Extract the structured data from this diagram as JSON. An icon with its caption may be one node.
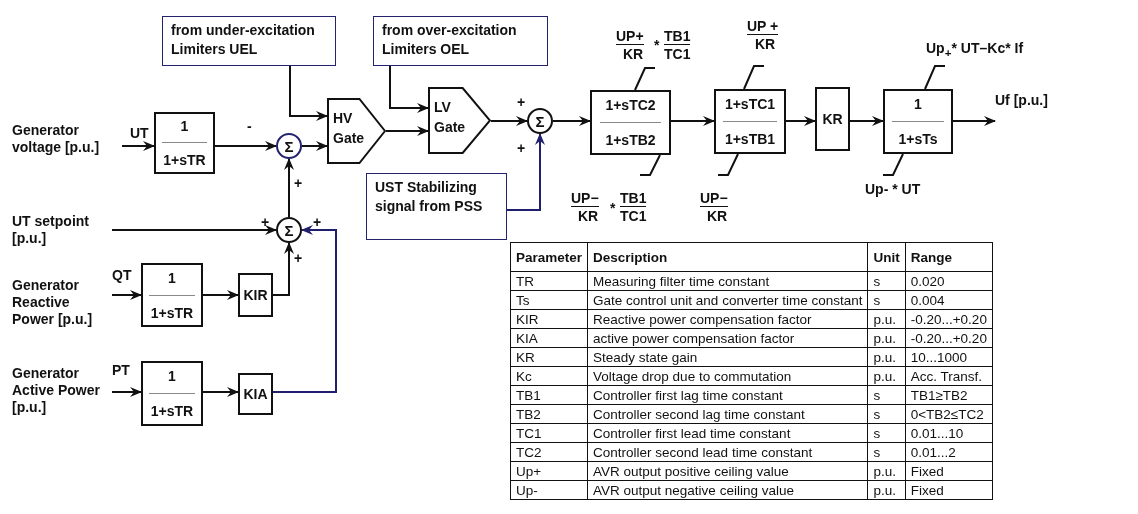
{
  "diagram": {
    "nodes": [
      {
        "text": [
          "Generator voltage [p.u.]"
        ]
      },
      {
        "text": [
          "1",
          "1+sTR"
        ],
        "beside": [
          "UT"
        ]
      },
      {
        "text": [
          "from under-excitation Limiters UEL"
        ]
      },
      {
        "text": [
          "Σ"
        ],
        "beside": [
          "-",
          "+"
        ]
      },
      {
        "text": [
          "HV Gate"
        ]
      },
      {
        "text": [
          "from over-excitation Limiters OEL"
        ]
      },
      {
        "text": [
          "LV Gate"
        ]
      },
      {
        "text": [
          "Σ"
        ],
        "beside": [
          "+",
          "+"
        ]
      },
      {
        "text": [
          "UST Stabilizing signal from PSS"
        ]
      },
      {
        "text": [
          "1+sTC2",
          "1+sTB2"
        ],
        "beside": [
          "UP+",
          "KR",
          "*",
          "TB1",
          "TC1",
          "UP−",
          "KR",
          "*",
          "TB1",
          "TC1"
        ]
      },
      {
        "text": [
          "1+sTC1",
          "1+sTB1"
        ],
        "beside": [
          "UP +",
          "KR",
          "UP−",
          "KR"
        ]
      },
      {
        "text": [
          "KR"
        ]
      },
      {
        "text": [
          "1",
          "1+sTs"
        ],
        "beside": [
          "Up$_{+}$* UT–Kc* If",
          "Up- * UT"
        ]
      },
      {
        "text": [
          "Uf [p.u.]"
        ]
      },
      {
        "text": [
          "UT setpoint [p.u.]"
        ]
      },
      {
        "text": [
          "Σ"
        ],
        "beside": [
          "+",
          "+",
          "+"
        ]
      },
      {
        "text": [
          "Generator Reactive Power [p.u.]"
        ]
      },
      {
        "text": [
          "1",
          "1+sTR"
        ],
        "beside": [
          "QT"
        ]
      },
      {
        "text": [
          "KIR"
        ]
      },
      {
        "text": [
          "Generator Active Power [p.u.]"
        ]
      },
      {
        "text": [
          "1",
          "1+sTR"
        ],
        "beside": [
          "PT"
        ]
      },
      {
        "text": [
          "KIA"
        ]
      }
    ],
    "edges": [
      {
        "from": 0,
        "to": 1,
        "arrow": "to"
      },
      {
        "from": 1,
        "to": 3,
        "arrow": "to"
      },
      {
        "from": 2,
        "to": 4,
        "arrow": "to"
      },
      {
        "from": 3,
        "to": 4,
        "arrow": "to"
      },
      {
        "from": 4,
        "to": 6,
        "arrow": "to"
      },
      {
        "from": 5,
        "to": 6,
        "arrow": "to"
      },
      {
        "from": 6,
        "to": 7,
        "arrow": "to"
      },
      {
        "from": 8,
        "to": 7,
        "arrow": "to",
        "color": "#1f1f6e"
      },
      {
        "from": 7,
        "to": 9,
        "arrow": "to"
      },
      {
        "from": 9,
        "to": 10,
        "arrow": "to"
      },
      {
        "from": 10,
        "to": 11,
        "arrow": "to"
      },
      {
        "from": 11,
        "to": 12,
        "arrow": "to"
      },
      {
        "from": 12,
        "to": 13,
        "arrow": "to"
      },
      {
        "from": 14,
        "to": 15,
        "arrow": "to"
      },
      {
        "from": 15,
        "to": 3,
        "arrow": "to"
      },
      {
        "from": 16,
        "to": 17,
        "arrow": "to"
      },
      {
        "from": 17,
        "to": 18,
        "arrow": "to"
      },
      {
        "from": 18,
        "to": 15,
        "arrow": "to"
      },
      {
        "from": 19,
        "to": 20,
        "arrow": "to"
      },
      {
        "from": 20,
        "to": 21,
        "arrow": "to"
      },
      {
        "from": 21,
        "to": 15,
        "arrow": "to",
        "color": "#1f1f6e"
      }
    ],
    "labels": [
      "Parameter",
      "Description",
      "Unit",
      "Range",
      "TR",
      "Measuring filter time constant",
      "s",
      "0.020",
      "Ts",
      "Gate control unit and converter time constant",
      "s",
      "0.004",
      "KIR",
      "Reactive power compensation factor",
      "p.u.",
      "-0.20...+0.20",
      "KIA",
      "active power compensation factor",
      "p.u.",
      "-0.20...+0.20",
      "KR",
      "Steady state gain",
      "p.u.",
      "10...1000",
      "Kc",
      "Voltage drop due to commutation",
      "p.u.",
      "Acc. Transf.",
      "TB1",
      "Controller first lag time constant",
      "s",
      "TB1≥TB2",
      "TB2",
      "Controller second lag time constant",
      "s",
      "0<TB2≤TC2",
      "TC1",
      "Controller first lead time constant",
      "s",
      "0.01...10",
      "TC2",
      "Controller second lead time constant",
      "s",
      "0.01...2",
      "Up+",
      "AVR output positive ceiling value",
      "p.u.",
      "Fixed",
      "Up-",
      "AVR output negative ceiling value",
      "p.u.",
      "Fixed"
    ]
  }
}
